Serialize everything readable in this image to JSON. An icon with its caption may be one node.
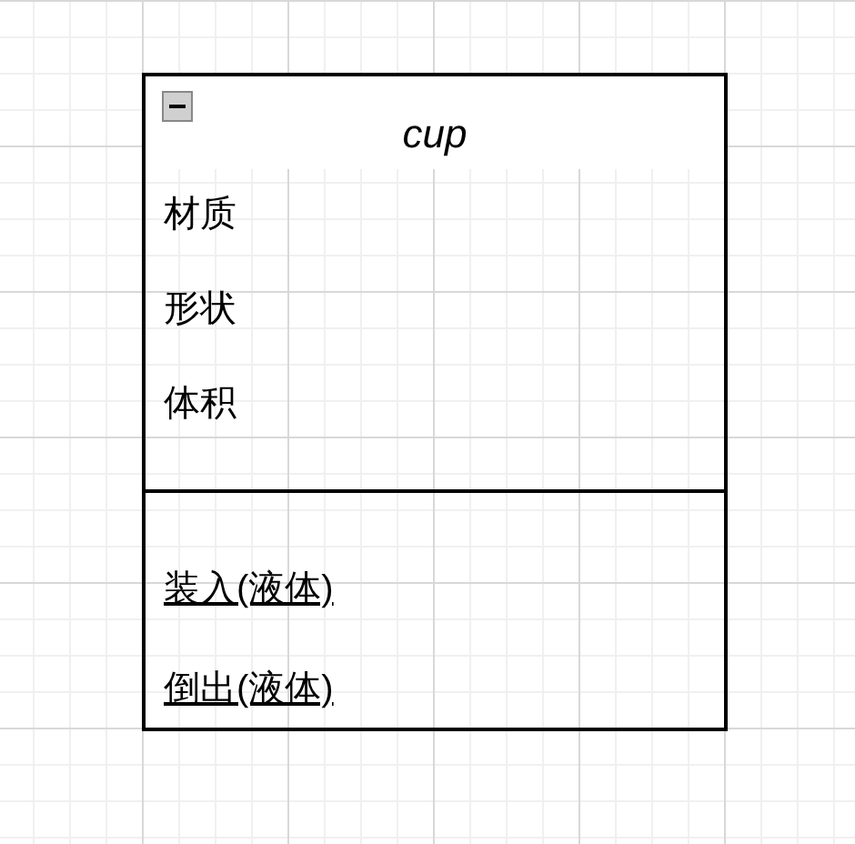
{
  "diagram": {
    "nodes": [
      {
        "text": [
          "cup"
        ]
      },
      {
        "text": [
          "材质",
          "形状",
          "体积"
        ],
        "in": 0
      },
      {
        "text": [
          "装入(液体)",
          "倒出(液体)"
        ],
        "in": 0
      }
    ]
  }
}
